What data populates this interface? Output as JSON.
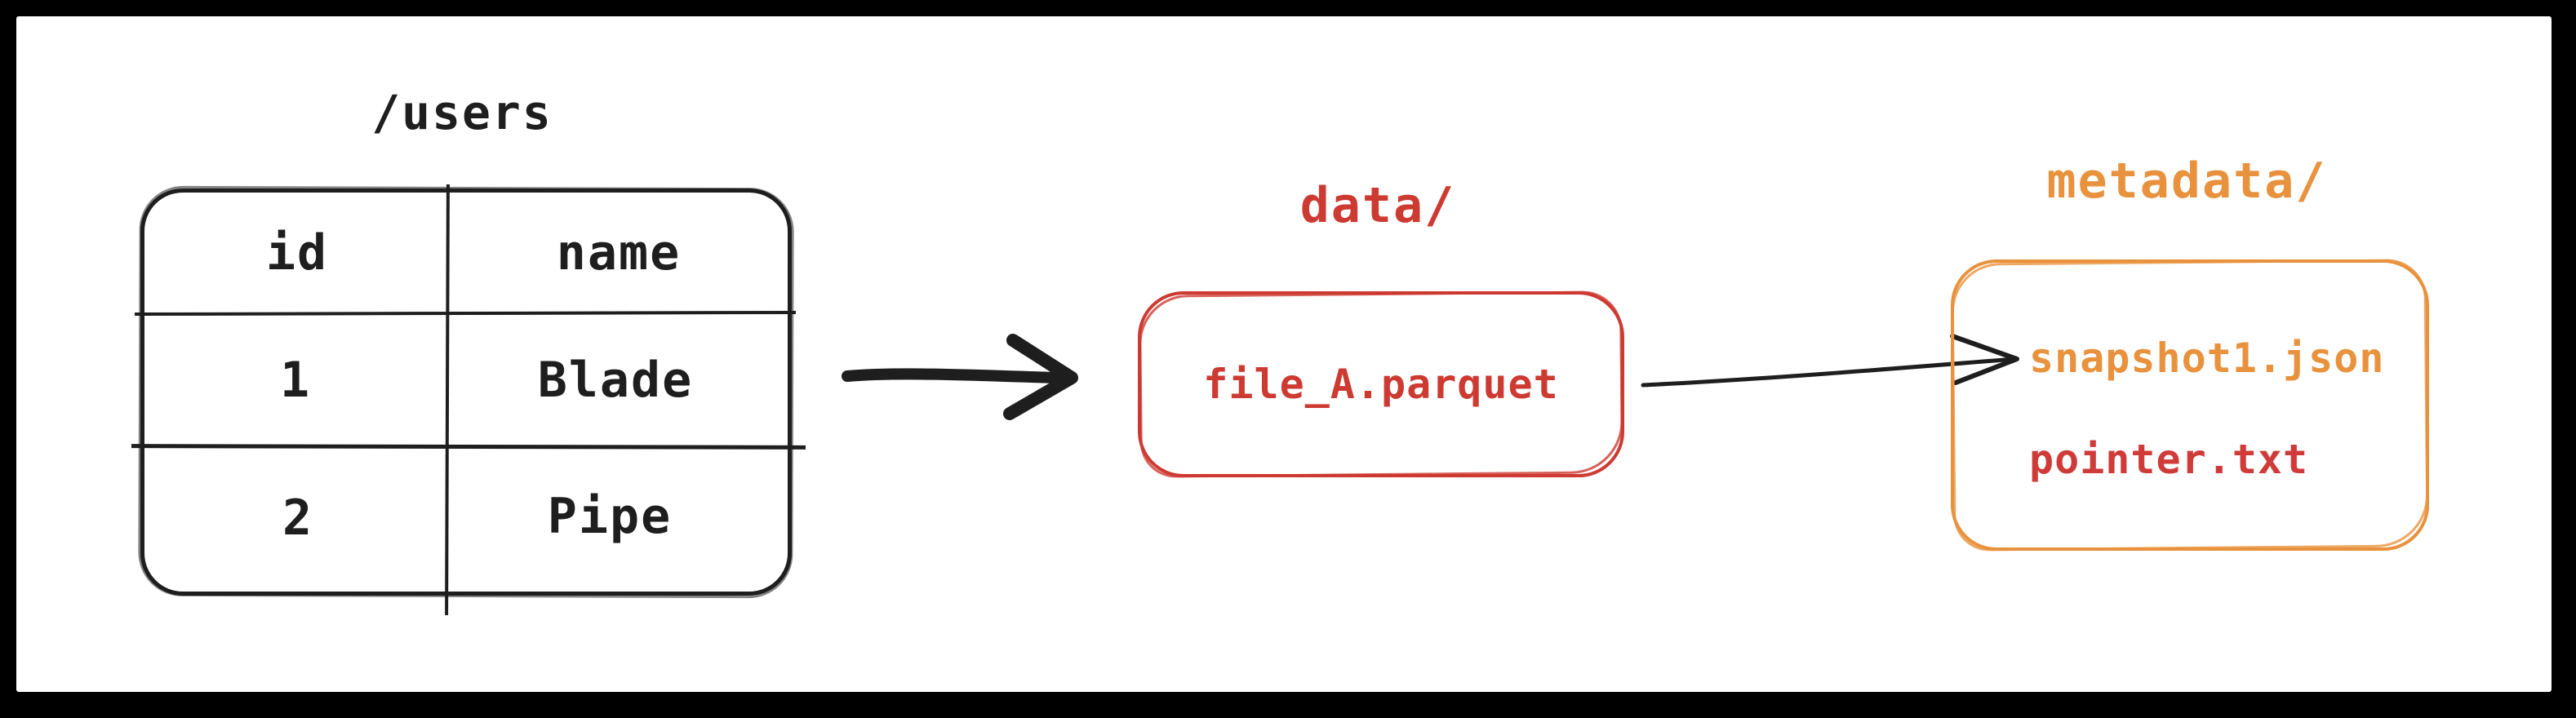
{
  "frame": {
    "border_color": "#000000",
    "canvas_color": "#ffffff",
    "stroke_color": "#1e1e1e"
  },
  "users_table": {
    "title": "/users",
    "columns": [
      "id",
      "name"
    ],
    "rows": [
      {
        "id": "1",
        "name": "Blade"
      },
      {
        "id": "2",
        "name": "Pipe"
      }
    ]
  },
  "data_folder": {
    "label": "data/",
    "file": "file_A.parquet",
    "color": "#cd3a31"
  },
  "metadata_folder": {
    "label": "metadata/",
    "color": "#e8923d",
    "files": [
      {
        "name": "snapshot1.json",
        "color": "#e8923d"
      },
      {
        "name": "pointer.txt",
        "color": "#cf3b38"
      }
    ]
  },
  "arrows": [
    {
      "name": "table-to-data",
      "style": "thick",
      "color": "#1e1e1e"
    },
    {
      "name": "data-to-snapshot",
      "style": "thin",
      "color": "#1e1e1e"
    }
  ]
}
